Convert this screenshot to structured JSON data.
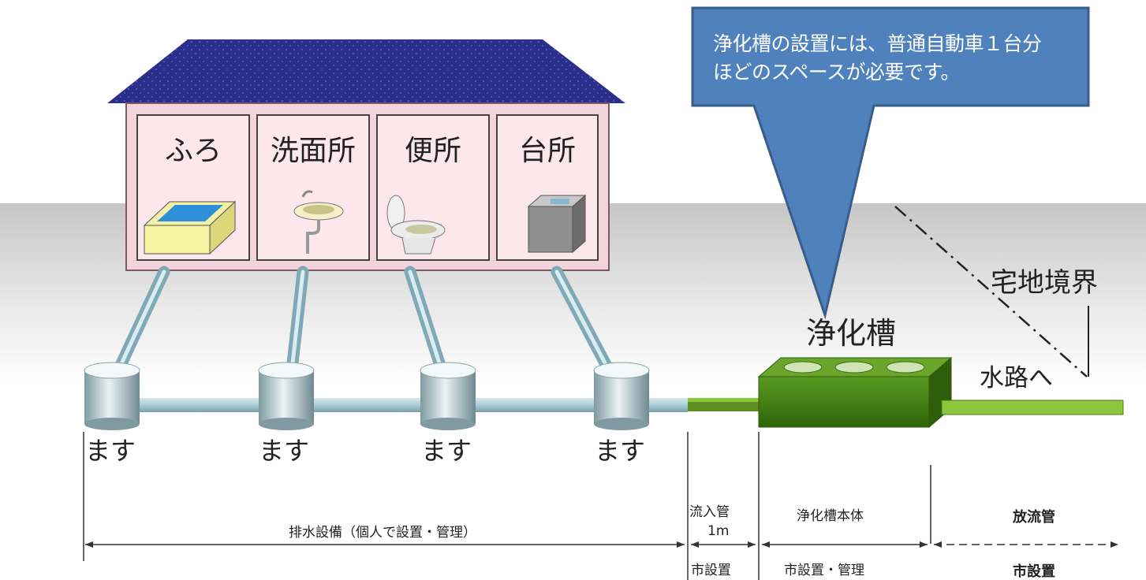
{
  "callout": {
    "line1": "浄化槽の設置には、普通自動車１台分",
    "line2": "ほどのスペースが必要です。"
  },
  "house": {
    "rooms": [
      "ふろ",
      "洗面所",
      "便所",
      "台所"
    ],
    "roof_color": "#2b2f8c",
    "wall_color": "#f4d4dc"
  },
  "masu_labels": [
    "ます",
    "ます",
    "ます",
    "ます"
  ],
  "labels": {
    "boundary": "宅地境界",
    "tank_title": "浄化槽",
    "to_waterway": "水路へ",
    "inflow_pipe": "流入管",
    "inflow_length": "1m",
    "tank_body": "浄化槽本体",
    "discharge_pipe": "放流管",
    "drainage": "排水設備（個人で設置・管理）",
    "city_install": "市設置",
    "city_install_manage": "市設置・管理",
    "city_install_right": "市設置"
  },
  "colors": {
    "callout_bg": "#4f81bd",
    "tank_green": "#3e7d12",
    "pipe_green": "#8cc63f",
    "pipe_blue": "#a9cdd6"
  }
}
